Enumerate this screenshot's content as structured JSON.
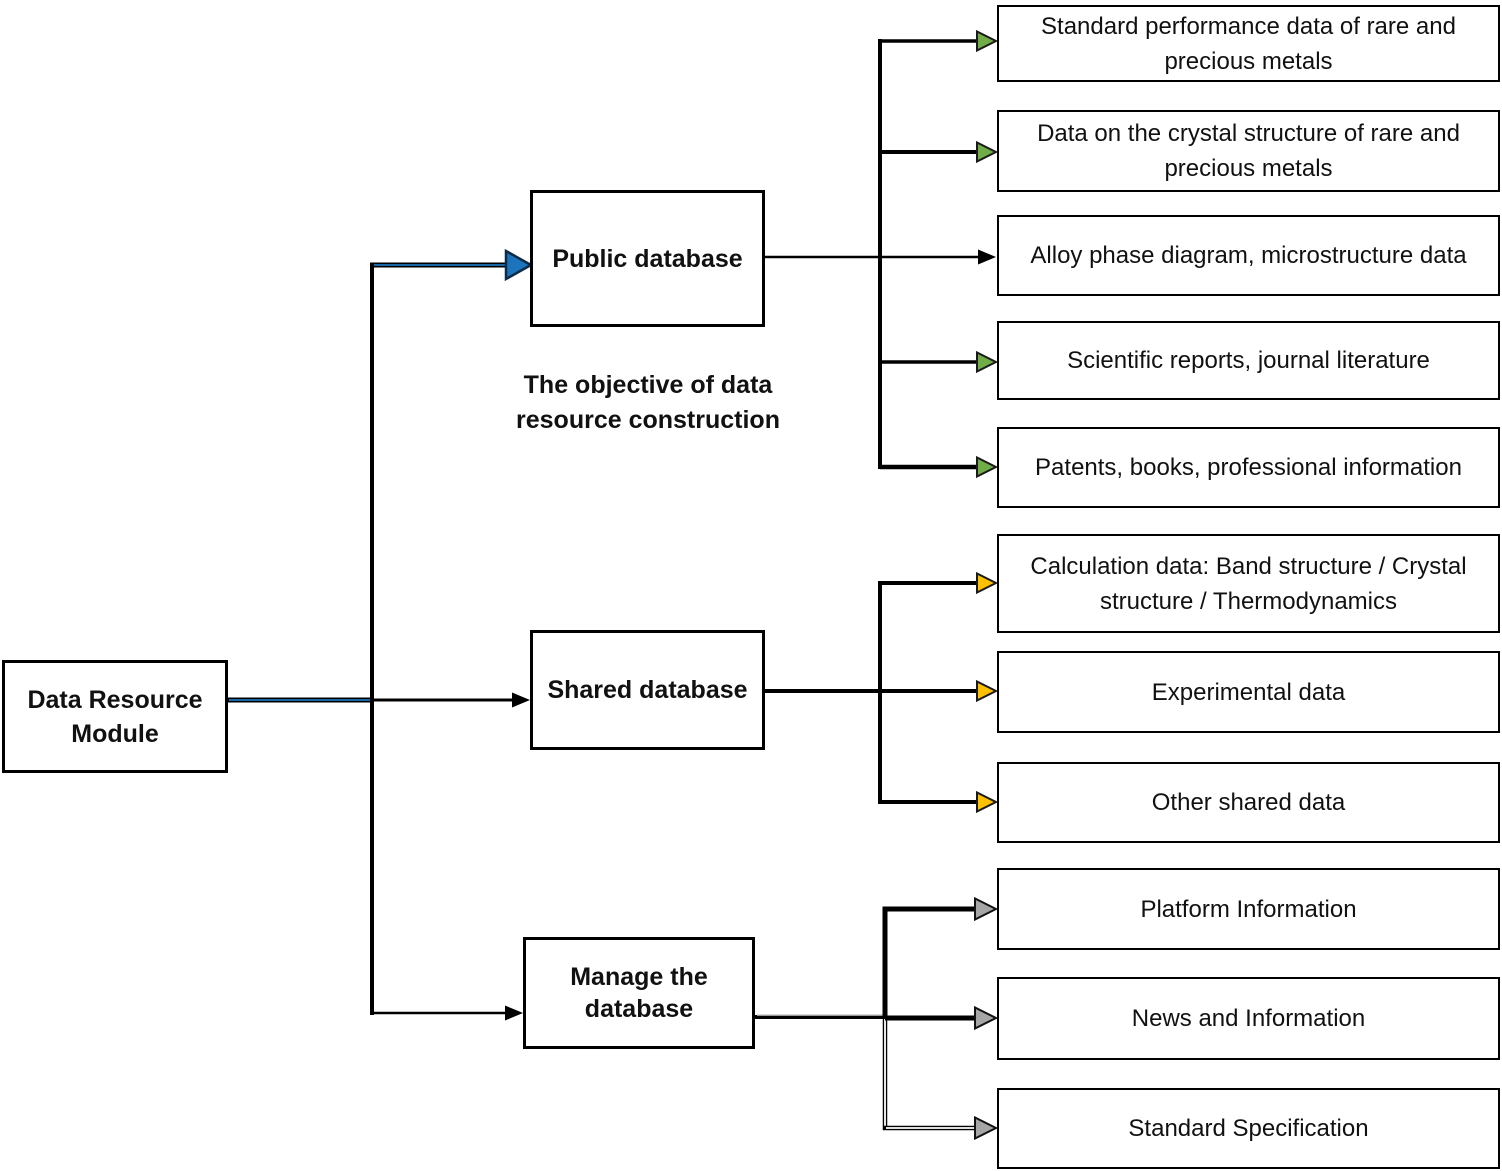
{
  "root": {
    "label": "Data Resource Module"
  },
  "caption": "The objective of data resource construction",
  "branches": [
    {
      "label": "Public database",
      "leaves": [
        "Standard performance data of rare and precious metals",
        "Data on the crystal structure of rare and precious metals",
        "Alloy phase diagram, microstructure data",
        "Scientific reports, journal literature",
        "Patents, books, professional information"
      ]
    },
    {
      "label": "Shared database",
      "leaves": [
        "Calculation data: Band structure / Crystal structure / Thermodynamics",
        "Experimental data",
        "Other shared data"
      ]
    },
    {
      "label": "Manage the database",
      "leaves": [
        "Platform Information",
        "News and Information",
        "Standard Specification"
      ]
    }
  ],
  "colors": {
    "blue": "#1B74BC",
    "blue_outline": "#0D2B45",
    "green": "#70AD47",
    "gold": "#FFC000",
    "gray": "#A6A6A6",
    "arrow_outline": "#1a1a1a",
    "line": "#000000"
  }
}
